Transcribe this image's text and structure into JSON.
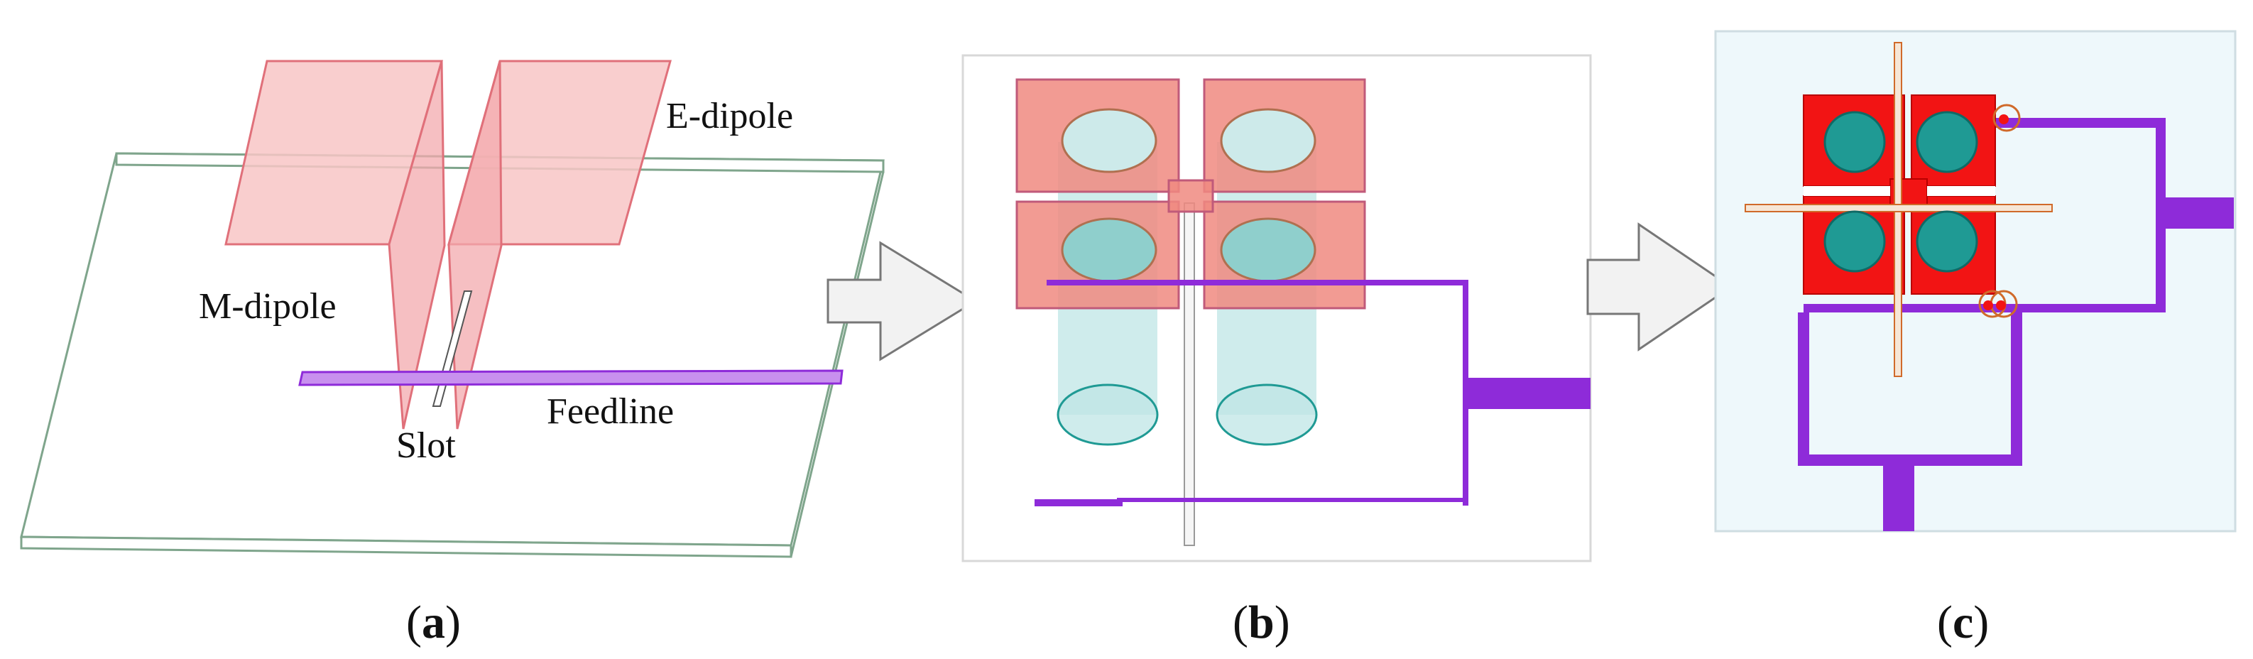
{
  "figure": {
    "panel_a": {
      "labels": {
        "e_dipole": "E-dipole",
        "m_dipole": "M-dipole",
        "feedline": "Feedline",
        "slot": "Slot"
      },
      "caption_letter": "a"
    },
    "panel_b": {
      "caption_letter": "b"
    },
    "panel_c": {
      "caption_letter": "c"
    },
    "colors": {
      "dipole_fill": "#f6b3b3",
      "dipole_stroke": "#e0707a",
      "feedline": "#8e2bd9",
      "patch_b": "#f08a80",
      "patch_c": "#f21414",
      "via": "#1f9a94",
      "via_light": "#bfe6e6",
      "substrate_c": "#eef8fb",
      "ground_outline": "#7fa58c",
      "arrow_fill": "#f2f2f2"
    }
  }
}
